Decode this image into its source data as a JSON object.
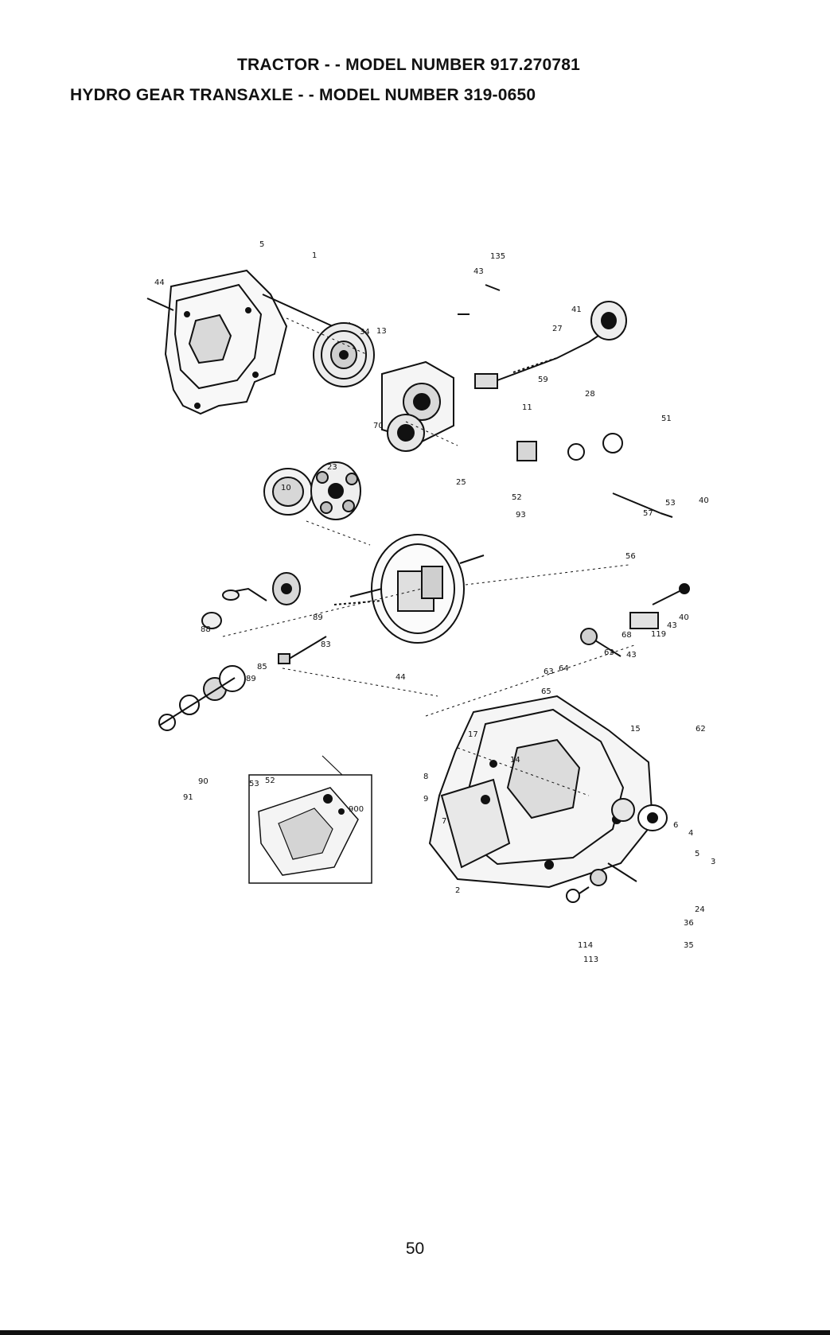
{
  "header": {
    "line1": "TRACTOR - - MODEL NUMBER 917.270781",
    "line2": "HYDRO GEAR TRANSAXLE - - MODEL NUMBER 319-0650"
  },
  "diagram": {
    "callouts": [
      "5",
      "1",
      "44",
      "34",
      "135",
      "43",
      "13",
      "41",
      "27",
      "28",
      "59",
      "11",
      "70",
      "23",
      "10",
      "25",
      "51",
      "52",
      "93",
      "53",
      "40",
      "57",
      "56",
      "88",
      "89",
      "83",
      "85",
      "89",
      "44",
      "68",
      "119",
      "43",
      "40",
      "63",
      "43",
      "64",
      "63",
      "65",
      "15",
      "62",
      "17",
      "14",
      "8",
      "9",
      "7",
      "90",
      "91",
      "53",
      "52",
      "900",
      "2",
      "6",
      "4",
      "5",
      "3",
      "24",
      "36",
      "35",
      "114",
      "113"
    ]
  },
  "footer": {
    "page_number": "50"
  }
}
